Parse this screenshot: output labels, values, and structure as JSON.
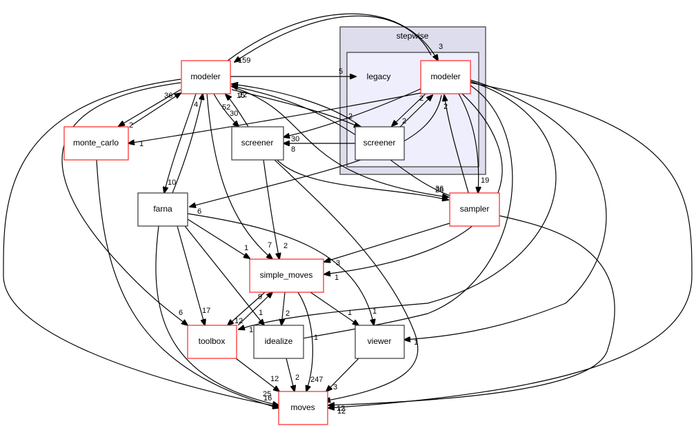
{
  "diagram": {
    "type": "directory-dependency-graph",
    "clusters": {
      "stepwise": {
        "label": "stepwise"
      },
      "legacy": {
        "label": "legacy"
      }
    },
    "nodes": {
      "modeler_top": {
        "label": "modeler",
        "style": "red"
      },
      "modeler_legacy": {
        "label": "modeler",
        "style": "red"
      },
      "screener_legacy": {
        "label": "screener",
        "style": "black"
      },
      "monte_carlo": {
        "label": "monte_carlo",
        "style": "red"
      },
      "screener": {
        "label": "screener",
        "style": "black"
      },
      "farna": {
        "label": "farna",
        "style": "black"
      },
      "sampler": {
        "label": "sampler",
        "style": "red"
      },
      "simple_moves": {
        "label": "simple_moves",
        "style": "red"
      },
      "toolbox": {
        "label": "toolbox",
        "style": "red"
      },
      "idealize": {
        "label": "idealize",
        "style": "black"
      },
      "viewer": {
        "label": "viewer",
        "style": "black"
      },
      "moves": {
        "label": "moves",
        "style": "red"
      }
    },
    "edge_labels": {
      "modeler_legacy_to_modeler_top": "159",
      "modeler_top_to_modeler_legacy": "3",
      "modeler_top_to_legacy": "5",
      "monte_carlo_to_modeler": "36",
      "modeler_to_monte_carlo": "2",
      "modeler_legacy_to_monte_carlo": "1",
      "farna_to_modeler": "4",
      "modeler_to_farna": "10",
      "screener_to_modeler_a": "52",
      "modeler_to_screener": "30",
      "sampler_to_modeler": "12",
      "screener_legacy_to_modeler": "15",
      "modeler_legacy_to_screener": "30",
      "screener_legacy_to_screener": "8",
      "modeler_legacy_to_screener_legacy_2": "2",
      "modeler_to_screener_legacy": "2",
      "screener_legacy_to_modeler_legacy": "2",
      "sampler_to_modeler_legacy": "2",
      "modeler_legacy_to_sampler": "19",
      "modeler_to_sampler": "36",
      "screener_to_sampler": "26",
      "modeler_legacy_to_farna": "6",
      "farna_to_simple_moves": "1",
      "modeler_to_simple_moves": "7",
      "screener_to_simple_moves": "2",
      "sampler_to_simple_moves": "3",
      "modeler_legacy_to_simple_moves": "1",
      "toolbox_to_simple_moves": "9",
      "simple_moves_to_toolbox": "12",
      "modeler_to_toolbox": "6",
      "farna_to_toolbox": "17",
      "modeler_legacy_to_toolbox": "1",
      "farna_to_idealize": "1",
      "simple_moves_to_idealize": "2",
      "modeler_legacy_to_idealize": "1",
      "simple_moves_to_viewer": "1",
      "farna_to_viewer": "1",
      "modeler_legacy_to_viewer": "1",
      "toolbox_to_moves": "12",
      "idealize_to_moves": "2",
      "simple_moves_to_moves": "247",
      "viewer_to_moves": "3",
      "modeler_to_moves": "25",
      "monte_carlo_to_moves": "16",
      "modeler_legacy_to_moves": "12",
      "sampler_to_moves": "12"
    }
  }
}
